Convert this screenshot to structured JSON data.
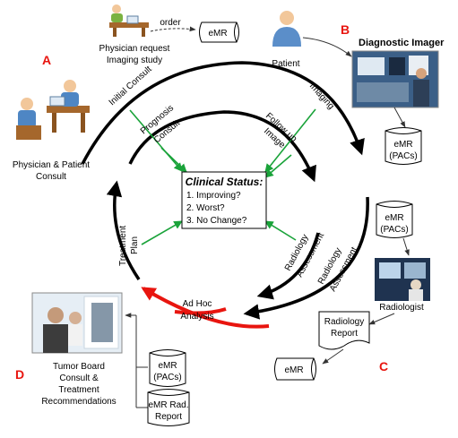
{
  "colors": {
    "cycle": "#000000",
    "status": "#1aa33a",
    "adhoc": "#e8150f",
    "letter": "#e8150f"
  },
  "section_letters": {
    "a": "A",
    "b": "B",
    "c": "C",
    "d": "D"
  },
  "physician_request": {
    "line1": "Physician request",
    "line2": "Imaging study"
  },
  "order_label": "order",
  "emr_top": "eMR",
  "physician_patient": {
    "line1": "Physician & Patient",
    "line2": "Consult"
  },
  "patient": "Patient",
  "diagnostic_imager": "Diagnostic Imager",
  "emr_pacs_b": {
    "line1": "eMR",
    "line2": "(PACs)"
  },
  "emr_pacs_c": {
    "line1": "eMR",
    "line2": "(PACs)"
  },
  "radiologist": "Radiologist",
  "radiology_report": {
    "line1": "Radiology",
    "line2": "Report"
  },
  "emr_c": "eMR",
  "tumor_board": {
    "line1": "Tumor Board",
    "line2": "Consult &",
    "line3": "Treatment",
    "line4": "Recommendations"
  },
  "emr_pacs_d": {
    "line1": "eMR",
    "line2": "(PACs)"
  },
  "emr_rad_report": {
    "line1": "eMR Rad.",
    "line2": "Report"
  },
  "cycle_labels": {
    "initial_consult": "Initial Consult",
    "imaging": "Imaging",
    "prognosis": {
      "line1": "Prognosis",
      "line2": "Consult"
    },
    "follow_up": {
      "line1": "Follow up",
      "line2": "Image"
    },
    "radiology_assessment_inner": {
      "line1": "Radiology",
      "line2": "Assessment"
    },
    "radiology_assessment_outer": {
      "line1": "Radiology",
      "line2": "Assessment"
    },
    "ad_hoc": {
      "line1": "Ad Hoc",
      "line2": "Analysis"
    },
    "treatment_plan": {
      "line1": "Treatment",
      "line2": "Plan"
    }
  },
  "clinical_status": {
    "title": "Clinical Status:",
    "items": [
      "1. Improving?",
      "2. Worst?",
      "3. No Change?"
    ]
  }
}
